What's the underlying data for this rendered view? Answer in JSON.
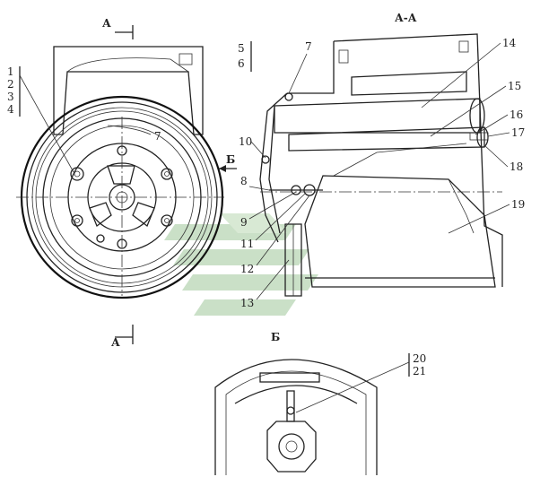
{
  "section_marks": {
    "a_top": "А",
    "a_bottom": "А",
    "b_arrow": "Б",
    "view_aa": "А-А",
    "view_b": "Б"
  },
  "callouts": [
    "1",
    "2",
    "3",
    "4",
    "5",
    "6",
    "7",
    "7",
    "8",
    "9",
    "10",
    "11",
    "12",
    "13",
    "14",
    "15",
    "16",
    "17",
    "18",
    "19",
    "20",
    "21"
  ],
  "watermark_color": "#9fc79a"
}
